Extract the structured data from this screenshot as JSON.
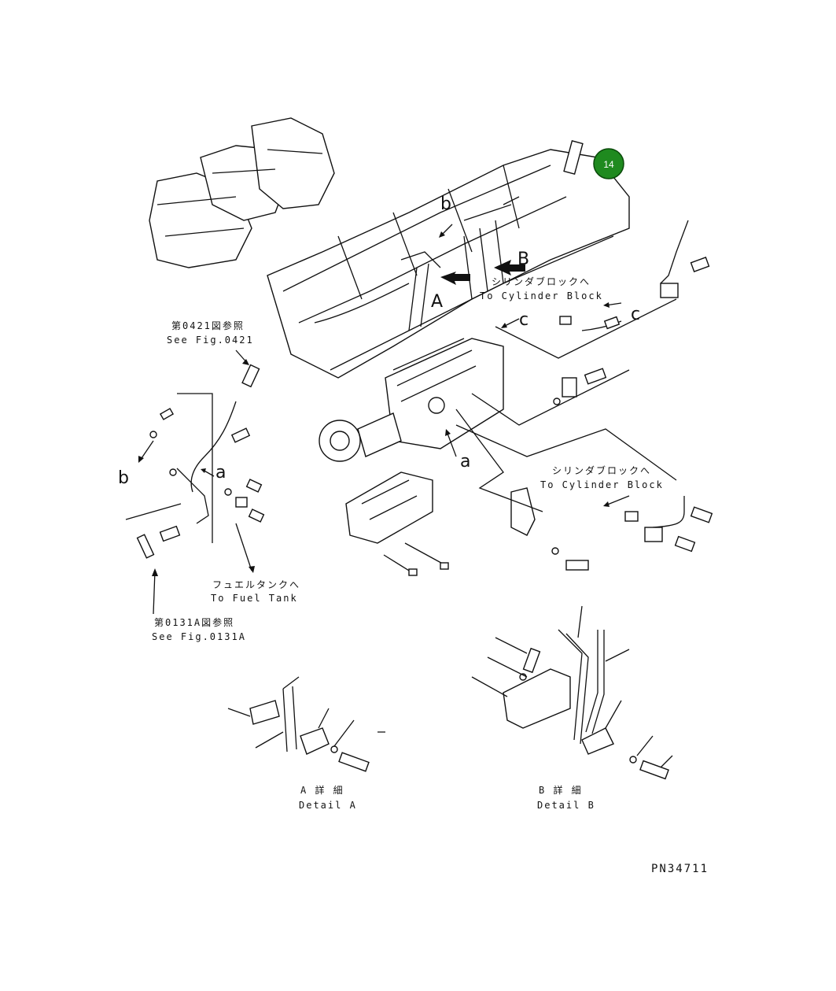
{
  "callout": {
    "number": "14",
    "color": "#1f8a1f"
  },
  "letters": {
    "A": "A",
    "B": "B",
    "a": "a",
    "b": "b",
    "c": "c"
  },
  "labels": {
    "cyl_block_jp": "シリンダブロックへ",
    "cyl_block_en": "To Cylinder Block",
    "fig0421_jp": "第0421図参照",
    "fig0421_en": "See Fig.0421",
    "fuel_tank_jp": "フュエルタンクへ",
    "fuel_tank_en": "To Fuel Tank",
    "fig0131a_jp": "第0131A図参照",
    "fig0131a_en": "See Fig.0131A",
    "detail_a_jp": "A 詳 細",
    "detail_a_en": "Detail A",
    "detail_b_jp": "B 詳 細",
    "detail_b_en": "Detail B"
  },
  "drawing_number": "PN34711",
  "icons": [
    "arrow-icon",
    "bolt-icon",
    "washer-icon"
  ]
}
